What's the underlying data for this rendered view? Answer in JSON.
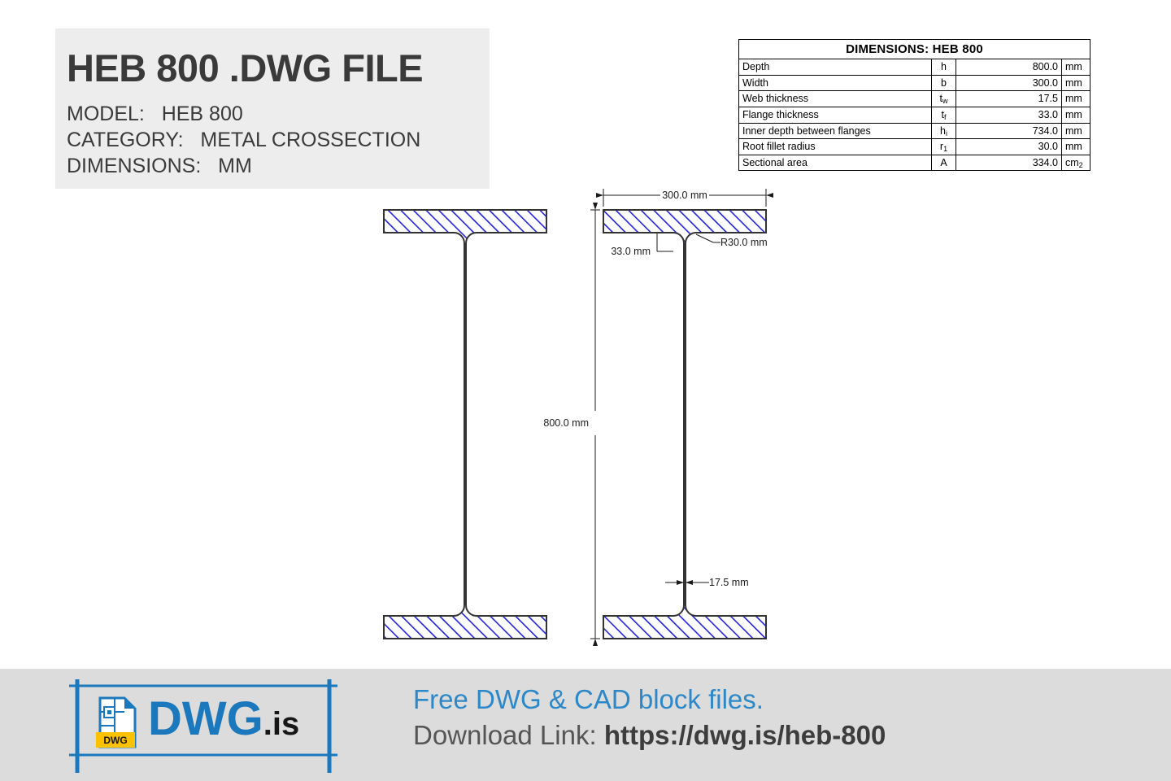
{
  "header": {
    "title": "HEB 800 .DWG FILE",
    "meta": [
      {
        "label": "MODEL:",
        "value": "HEB 800"
      },
      {
        "label": "CATEGORY:",
        "value": "METAL CROSSECTION"
      },
      {
        "label": "DIMENSIONS:",
        "value": "MM"
      }
    ]
  },
  "table": {
    "title": "DIMENSIONS: HEB 800",
    "rows": [
      {
        "desc": "Depth",
        "sym": "h",
        "sub": "",
        "value": "800.0",
        "unit": "mm",
        "unit_sub": ""
      },
      {
        "desc": "Width",
        "sym": "b",
        "sub": "",
        "value": "300.0",
        "unit": "mm",
        "unit_sub": ""
      },
      {
        "desc": "Web thickness",
        "sym": "t",
        "sub": "w",
        "value": "17.5",
        "unit": "mm",
        "unit_sub": ""
      },
      {
        "desc": "Flange thickness",
        "sym": "t",
        "sub": "f",
        "value": "33.0",
        "unit": "mm",
        "unit_sub": ""
      },
      {
        "desc": "Inner depth between flanges",
        "sym": "h",
        "sub": "i",
        "value": "734.0",
        "unit": "mm",
        "unit_sub": ""
      },
      {
        "desc": "Root fillet radius",
        "sym": "r",
        "sub": "1",
        "value": "30.0",
        "unit": "mm",
        "unit_sub": ""
      },
      {
        "desc": "Sectional area",
        "sym": "A",
        "sub": "",
        "value": "334.0",
        "unit": "cm",
        "unit_sub": "2"
      }
    ]
  },
  "drawing": {
    "annotations": {
      "width_dim": "300.0 mm",
      "flange_thickness_dim": "33.0 mm",
      "fillet_radius_dim": "R30.0 mm",
      "depth_dim": "800.0 mm",
      "web_thickness_dim": "17.5 mm"
    },
    "colors": {
      "hatch": "#2222dd",
      "outline": "#333333",
      "dimension_line": "#1a1a1a"
    }
  },
  "footer": {
    "logo": {
      "badge_text": "DWG",
      "brand_main": "DWG",
      "brand_suffix": ".is"
    },
    "line1": "Free DWG & CAD block files.",
    "line2_label": "Download Link:",
    "line2_url": "https://dwg.is/heb-800"
  }
}
